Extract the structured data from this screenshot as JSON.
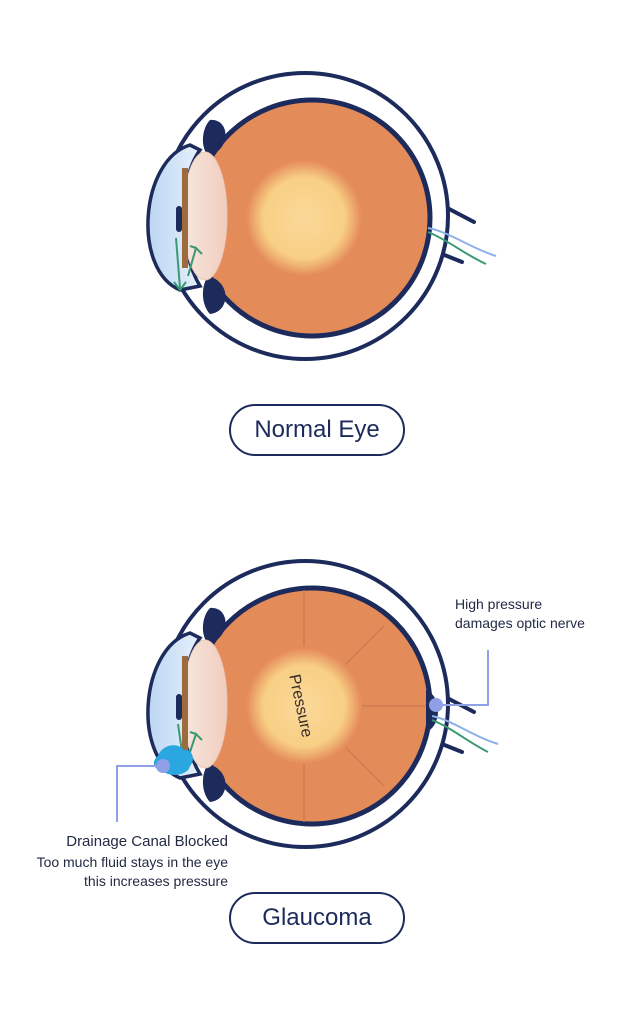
{
  "labels": {
    "normal": "Normal Eye",
    "glaucoma": "Glaucoma",
    "pressure": "Pressure"
  },
  "annotations": {
    "optic_nerve": [
      "High pressure",
      "damages optic nerve"
    ],
    "drainage": {
      "heading": "Drainage Canal Blocked",
      "lines": [
        "Too much fluid stays in the eye",
        "this increases pressure"
      ]
    }
  },
  "colors": {
    "outline": "#1c2a5c",
    "eyeball": "#e48b5a",
    "center_glow": "#f9d48a",
    "cornea": "#cfe2f6",
    "lens": "#f3ddd2",
    "pointer": "#8fa0e6",
    "blockage": "#2aa6e0",
    "flow_arrow": "#3a9a72",
    "nerve_blue": "#8db0e8"
  }
}
